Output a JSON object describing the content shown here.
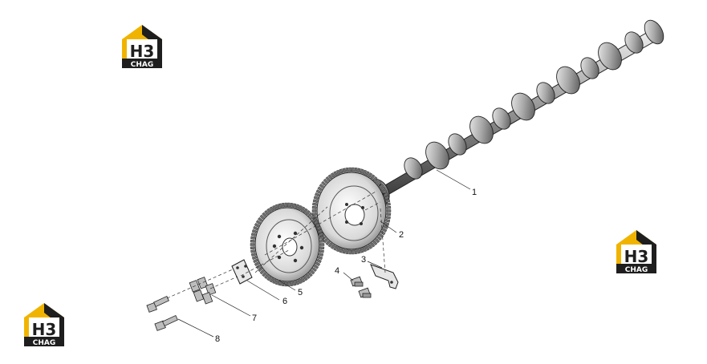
{
  "logo": {
    "mark": "H3",
    "caption": "CHAG"
  },
  "colors": {
    "logo_gold": "#f0b400",
    "logo_dark": "#1e1e1e",
    "ink": "#1a1a1a",
    "metal": "#8c8c8c"
  },
  "callouts": [
    "1",
    "2",
    "3",
    "4",
    "5",
    "6",
    "7",
    "8"
  ]
}
